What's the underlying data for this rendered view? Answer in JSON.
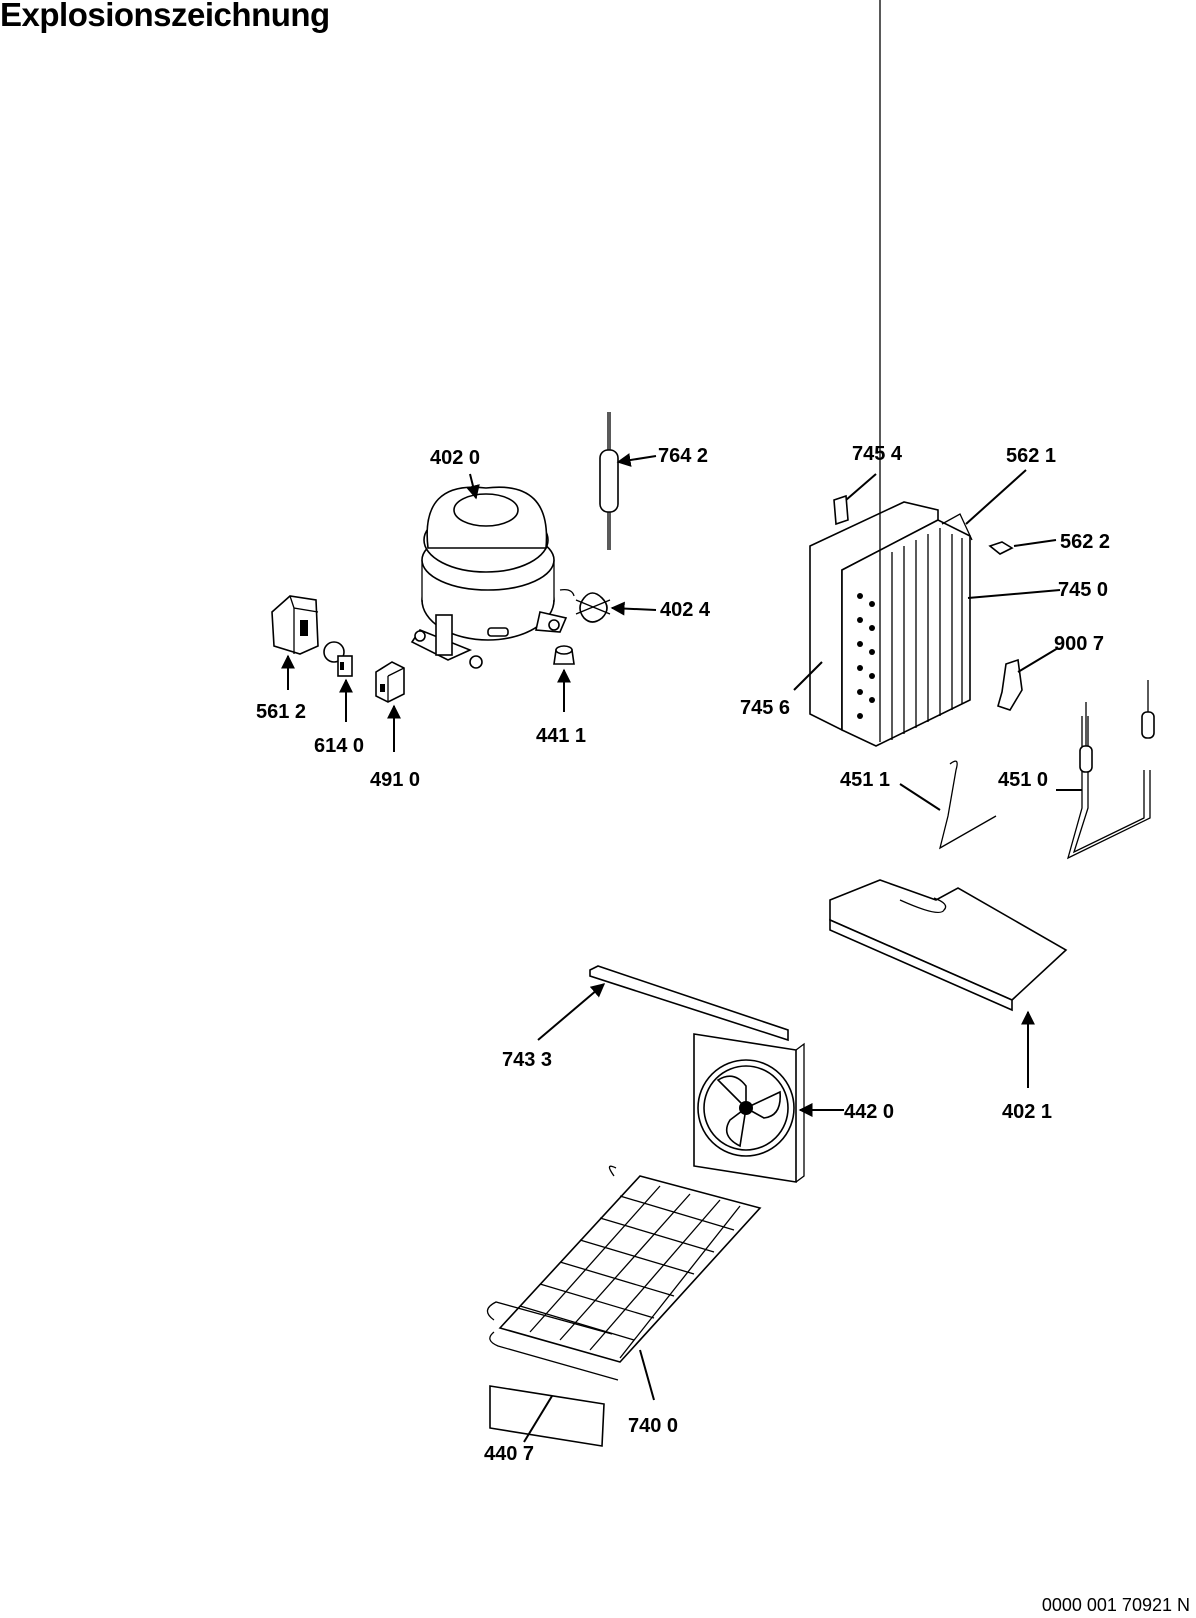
{
  "title": "Explosionszeichnung",
  "footer_code": "0000 001 70921 N",
  "part_labels": {
    "p4020": "402 0",
    "p7642": "764 2",
    "p4024": "402 4",
    "p5612": "561 2",
    "p6140": "614 0",
    "p4910": "491 0",
    "p4411": "441 1",
    "p7454": "745 4",
    "p5621": "562 1",
    "p5622": "562 2",
    "p7450": "745 0",
    "p9007": "900 7",
    "p7456": "745 6",
    "p4511": "451 1",
    "p4510": "451 0",
    "p4021": "402 1",
    "p7433": "743 3",
    "p4420": "442 0",
    "p7400": "740 0",
    "p4407": "440 7"
  }
}
